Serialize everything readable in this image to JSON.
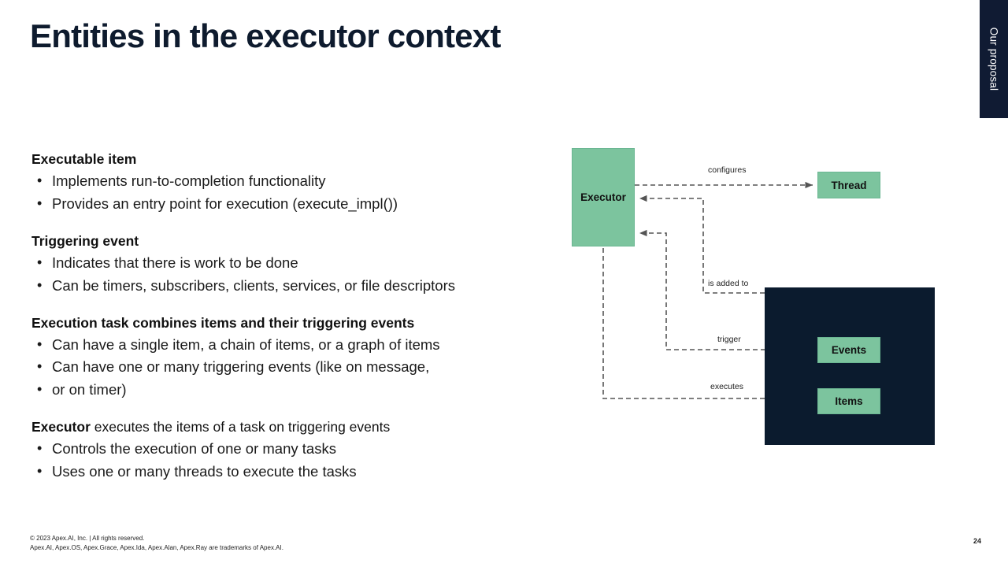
{
  "slide": {
    "title": "Entities in the executor context",
    "page_number": "24",
    "corner_tab_label": "Our proposal",
    "colors": {
      "navy": "#101B33",
      "panel_navy": "#0B1B2E",
      "green": "#7CC49E",
      "green_border": "#6BB692",
      "text": "#1A1A1A",
      "edge": "#555555"
    }
  },
  "content_blocks": [
    {
      "heading": "Executable item",
      "heading_bold_prefix": null,
      "bullets": [
        "Implements run-to-completion functionality",
        "Provides an entry point for execution (execute_impl())"
      ]
    },
    {
      "heading": "Triggering event",
      "heading_bold_prefix": null,
      "bullets": [
        "Indicates that there is work to be done",
        "Can be timers, subscribers, clients, services, or file descriptors"
      ]
    },
    {
      "heading": "Execution task combines items and their triggering events",
      "heading_bold_prefix": null,
      "bullets": [
        "Can have a single item, a chain of items, or a graph of items",
        "Can have one or many triggering events (like on message,",
        "or on timer)"
      ]
    },
    {
      "heading": "Executor executes the items of a task on triggering events",
      "heading_bold_prefix": "Executor",
      "heading_rest": " executes the items of a task on triggering events",
      "bullets": [
        "Controls the execution of one or many tasks",
        "Uses one or many threads to execute the tasks"
      ]
    }
  ],
  "diagram": {
    "nodes": [
      {
        "id": "executor",
        "label": "Executor",
        "style": "green"
      },
      {
        "id": "thread",
        "label": "Thread",
        "style": "green"
      },
      {
        "id": "events",
        "label": "Events",
        "style": "green"
      },
      {
        "id": "items",
        "label": "Items",
        "style": "green"
      }
    ],
    "panel": {
      "id": "task-panel",
      "label": "",
      "style": "navy"
    },
    "edges": [
      {
        "id": "configures",
        "label": "configures",
        "from": "executor",
        "to": "thread"
      },
      {
        "id": "is-added-to",
        "label": "is added to",
        "from": "task-panel",
        "to": "executor"
      },
      {
        "id": "trigger",
        "label": "trigger",
        "from": "events",
        "to": "executor"
      },
      {
        "id": "executes",
        "label": "executes",
        "from": "executor",
        "to": "items"
      }
    ]
  },
  "footer": {
    "line1": "© 2023 Apex.AI, Inc. | All rights reserved.",
    "line2": "Apex.AI, Apex.OS, Apex.Grace, Apex.Ida, Apex.Alan, Apex.Ray are trademarks of Apex.AI."
  }
}
